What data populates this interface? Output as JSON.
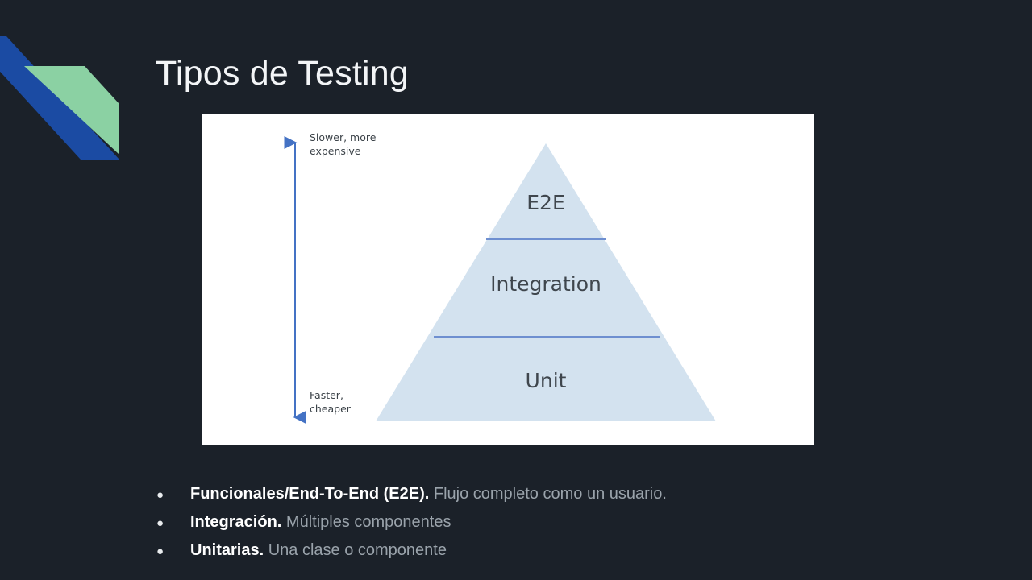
{
  "slide": {
    "background_color": "#1b2129",
    "title": "Tipos de Testing"
  },
  "decoration": {
    "blue_shape": "blue-parallelogram",
    "green_shape": "green-parallelogram",
    "blue_color": "#1b4ba3",
    "green_color": "#8bd1a3"
  },
  "diagram": {
    "name": "testing-pyramid",
    "panel_background": "#ffffff",
    "pyramid_fill": "#d3e2ef",
    "divider_color": "#6e8fd0",
    "arrow_color": "#4472c4",
    "axis_top_label": "Slower, more\nexpensive",
    "axis_bottom_label": "Faster,\ncheaper",
    "tiers": [
      {
        "label": "E2E"
      },
      {
        "label": "Integration"
      },
      {
        "label": "Unit"
      }
    ]
  },
  "bullets": {
    "marker": "●",
    "items": [
      {
        "strong": "Funcionales/End-To-End (E2E).",
        "rest": " Flujo completo como un usuario."
      },
      {
        "strong": "Integración.",
        "rest": " Múltiples componentes"
      },
      {
        "strong": "Unitarias.",
        "rest": " Una clase o componente"
      }
    ]
  }
}
